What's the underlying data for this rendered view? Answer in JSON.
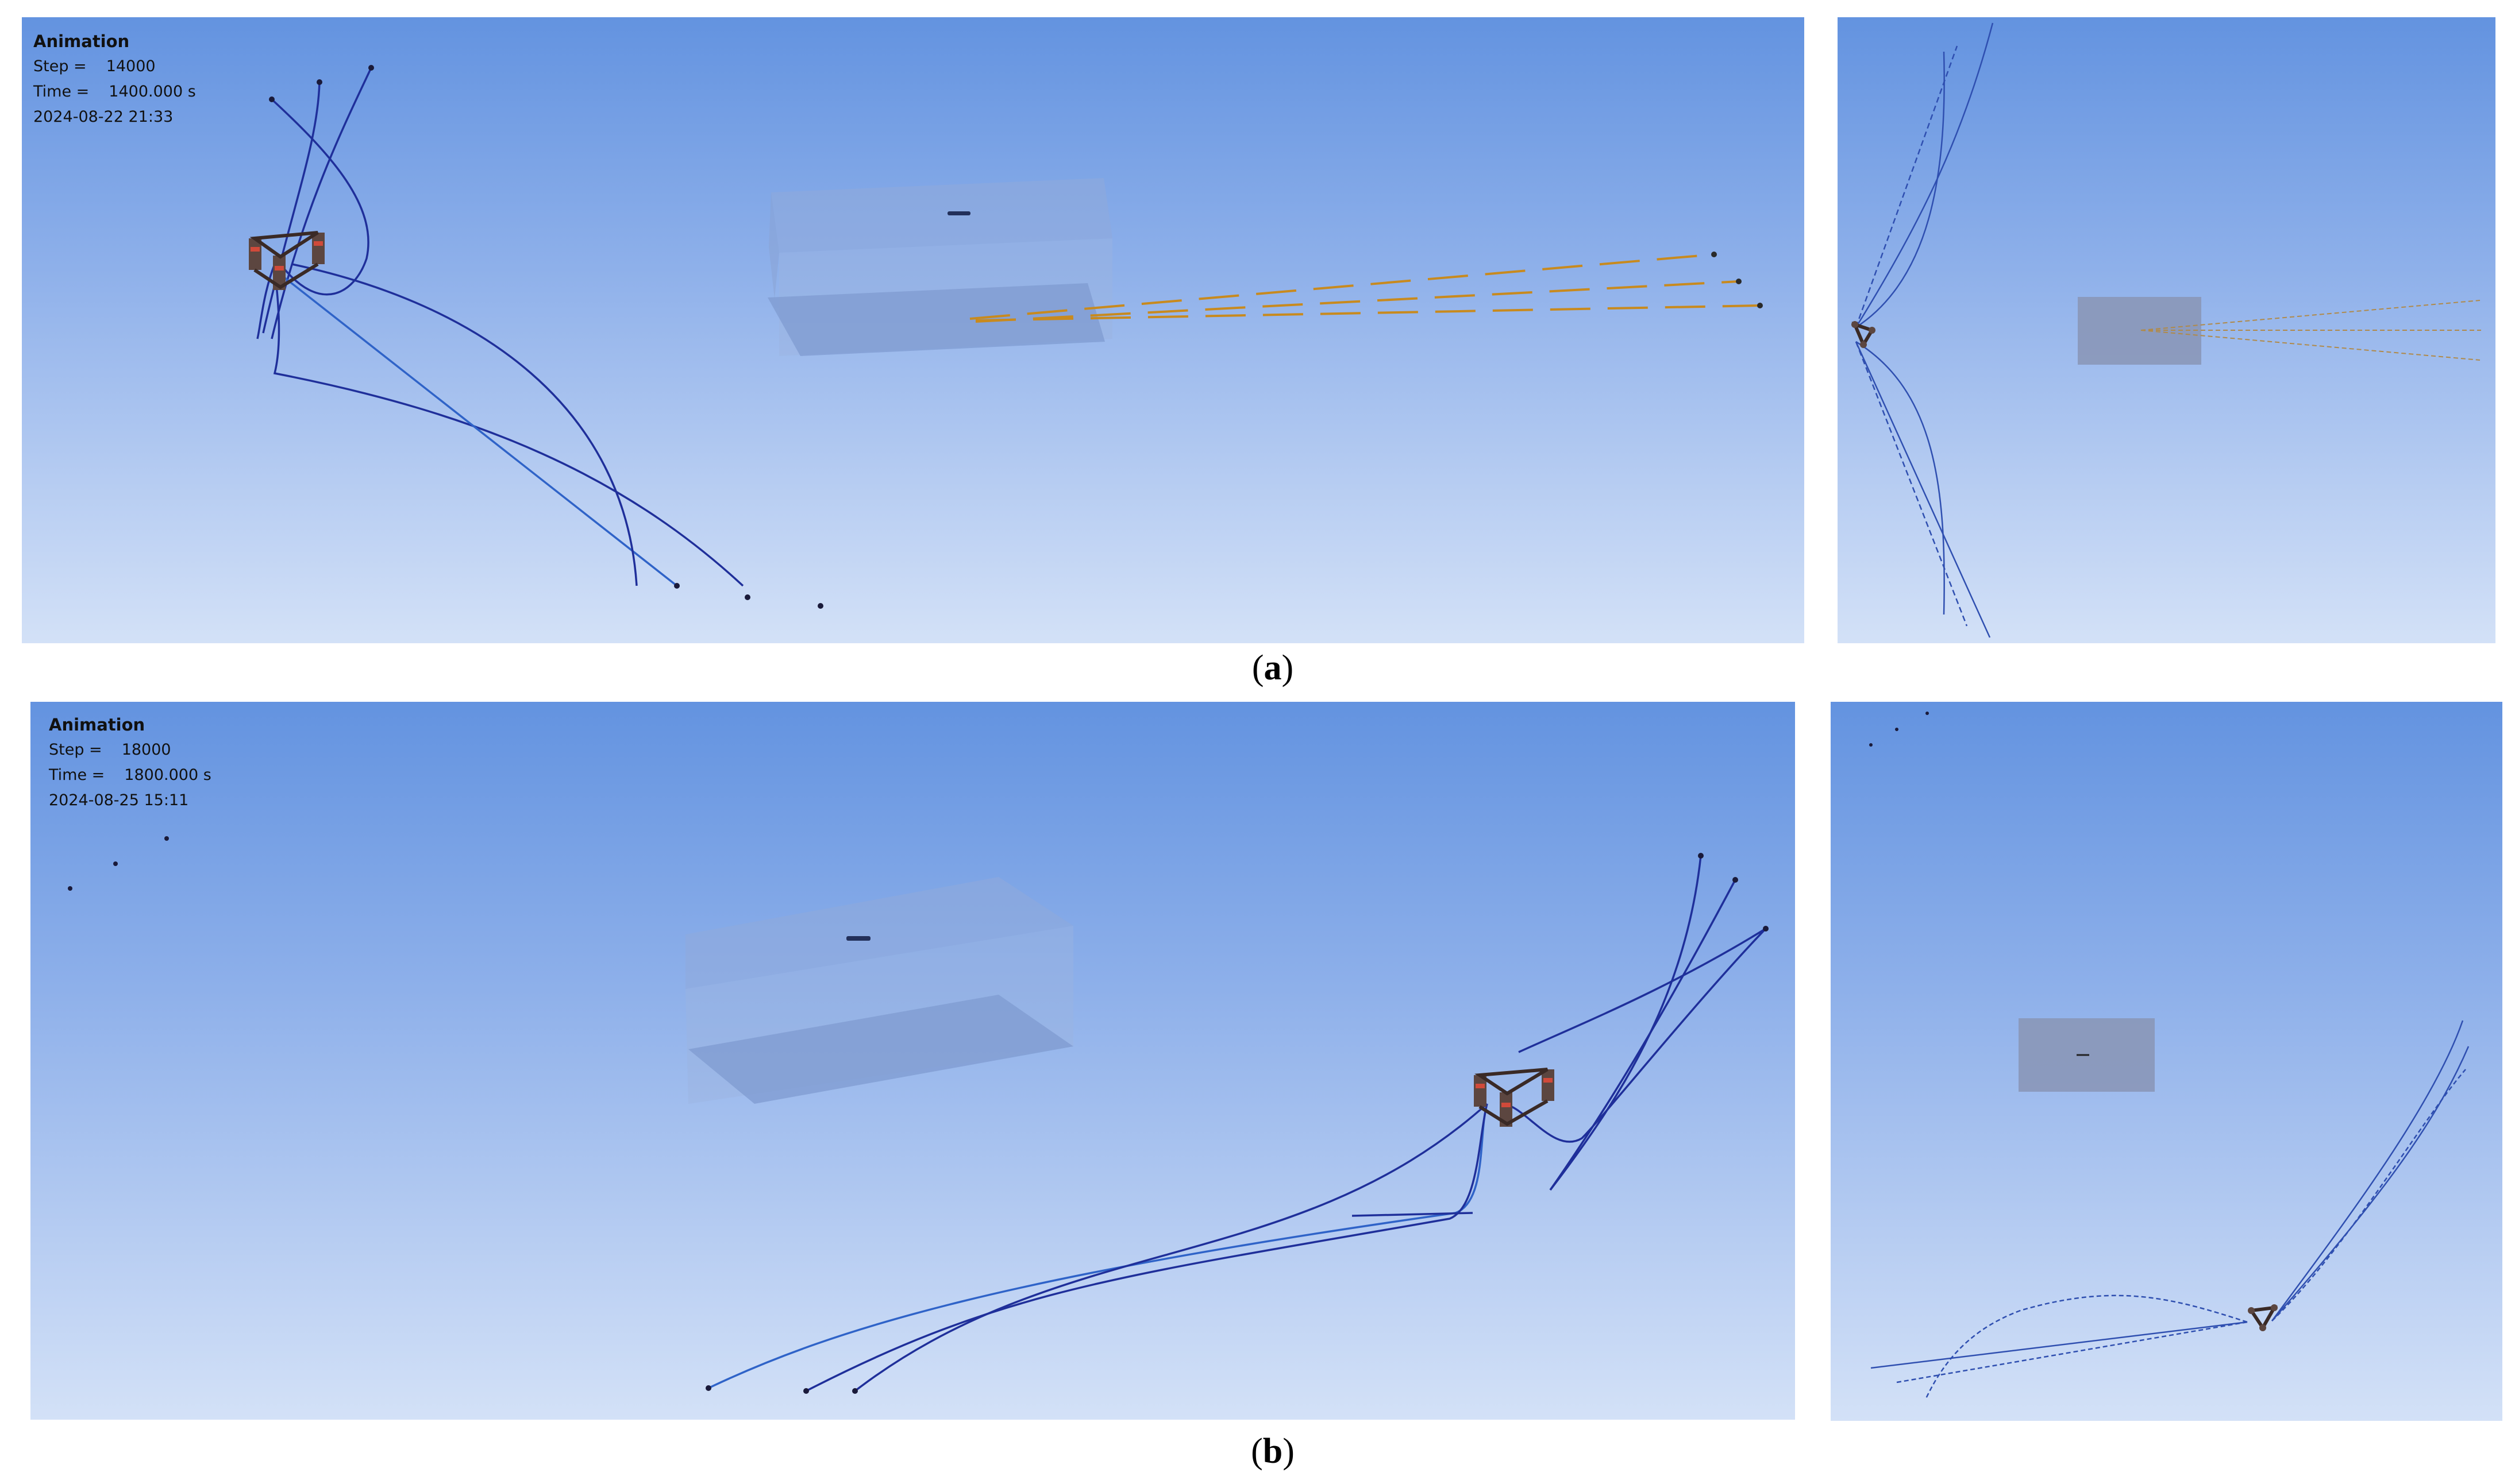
{
  "panels": {
    "a": {
      "caption": "a",
      "info": {
        "title": "Animation",
        "step_label": "Step =",
        "step_value": "14000",
        "time_label": "Time =",
        "time_value": "1400.000 s",
        "timestamp": "2024-08-22 21:33"
      }
    },
    "b": {
      "caption": "b",
      "info": {
        "title": "Animation",
        "step_label": "Step =",
        "step_value": "18000",
        "time_label": "Time =",
        "time_value": "1800.000 s",
        "timestamp": "2024-08-25 15:11"
      }
    }
  },
  "colors": {
    "mooring_line": "#1f2f9a",
    "mooring_line_light": "#2f63c8",
    "towline": "#c88a1e",
    "box_fill": "#7f9bd0",
    "box_side": "#8aa2d2",
    "platform": "#4a3a36",
    "platform_accent": "#d04a3a"
  },
  "icons": {
    "floating_platform": "floating-platform-icon",
    "vessel": "vessel-icon"
  }
}
